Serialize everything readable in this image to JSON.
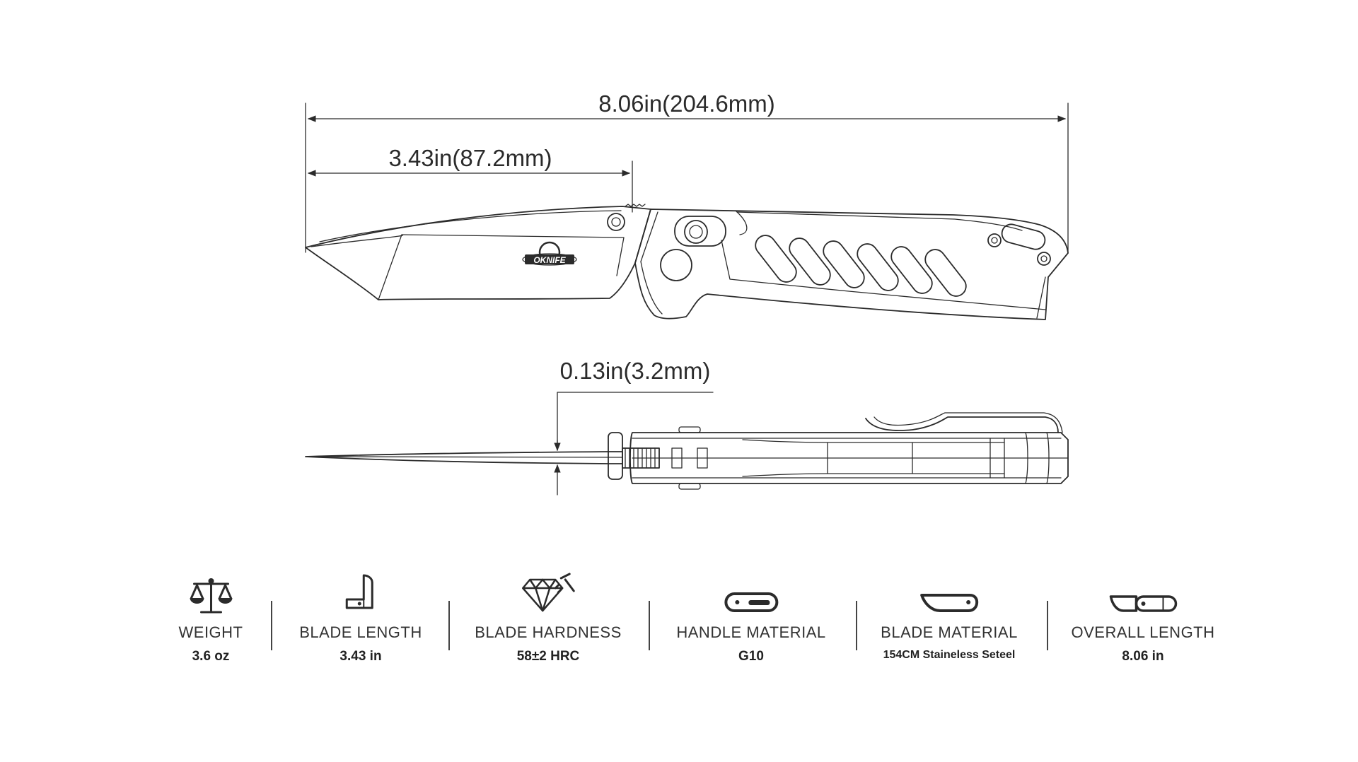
{
  "dimensions": {
    "overall": "8.06in(204.6mm)",
    "blade": "3.43in(87.2mm)",
    "thickness": "0.13in(3.2mm)"
  },
  "logo_text": "OKNIFE",
  "specs": [
    {
      "icon": "scale-icon",
      "label": "WEIGHT",
      "value": "3.6 oz"
    },
    {
      "icon": "blade-length-icon",
      "label": "BLADE LENGTH",
      "value": "3.43 in"
    },
    {
      "icon": "diamond-hammer-icon",
      "label": "BLADE HARDNESS",
      "value": "58±2 HRC"
    },
    {
      "icon": "handle-icon",
      "label": "HANDLE MATERIAL",
      "value": "G10"
    },
    {
      "icon": "blade-icon",
      "label": "BLADE MATERIAL",
      "value": "154CM Staineless Seteel"
    },
    {
      "icon": "knife-length-icon",
      "label": "OVERALL LENGTH",
      "value": "8.06 in"
    }
  ]
}
